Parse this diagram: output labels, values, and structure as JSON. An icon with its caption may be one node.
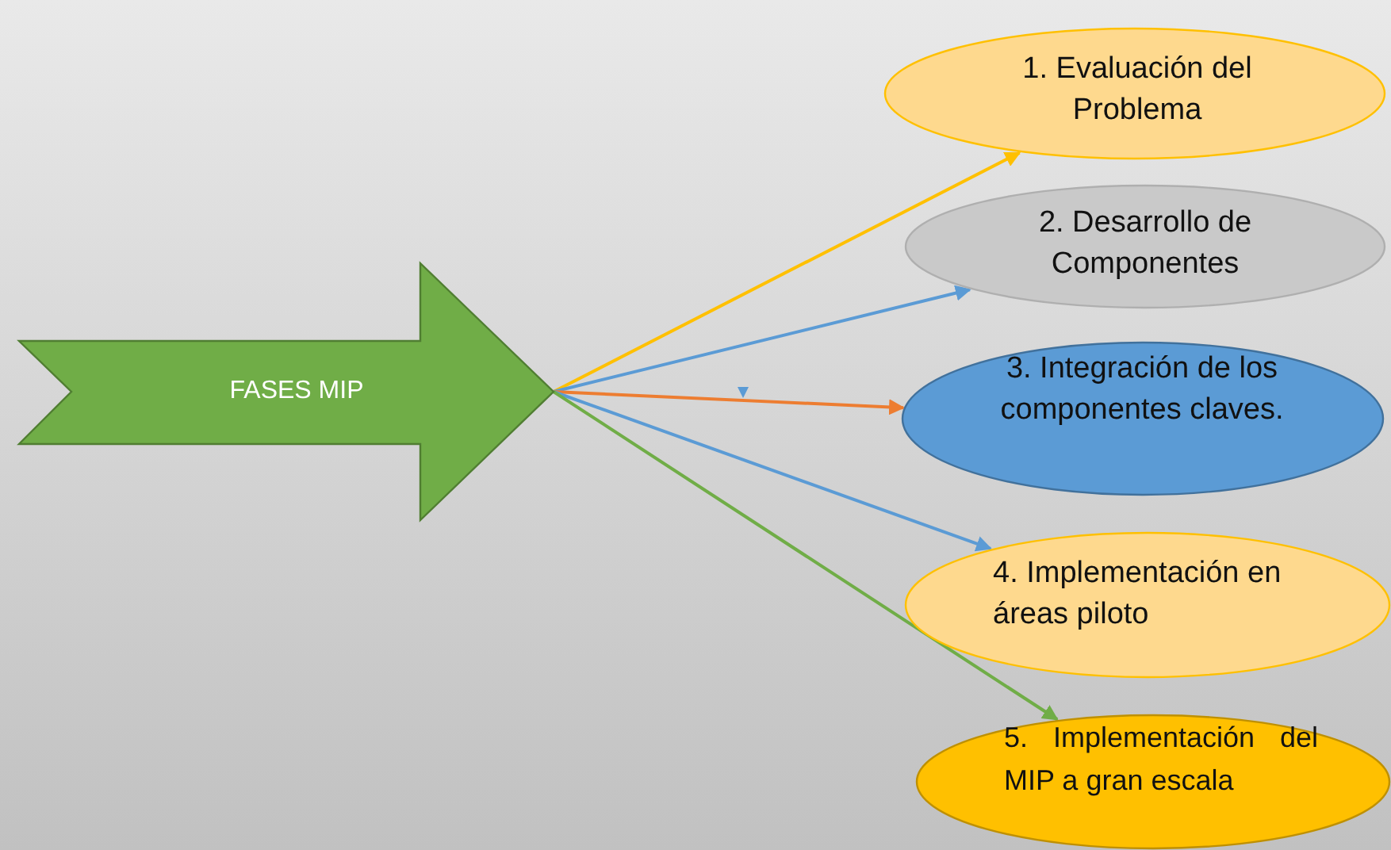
{
  "diagram": {
    "nodes": [
      {
        "text": [
          "FASES MIP"
        ]
      },
      {
        "text": [
          "1. Evaluación del Problema"
        ]
      },
      {
        "text": [
          "2. Desarrollo de Componentes"
        ]
      },
      {
        "text": [
          "3. Integración de los componentes claves."
        ]
      },
      {
        "text": [
          "4. Implementación en áreas piloto"
        ]
      },
      {
        "text": [
          "5. Implementación del MIP a gran escala"
        ]
      }
    ],
    "edges": [
      {
        "from": 0,
        "to": 1,
        "arrow": "to",
        "color": "#ffc000"
      },
      {
        "from": 0,
        "to": 2,
        "arrow": "to",
        "color": "#5b9bd5"
      },
      {
        "from": 0,
        "to": 3,
        "arrow": "to",
        "color": "#ed7d31"
      },
      {
        "from": 0,
        "to": 4,
        "arrow": "to",
        "color": "#5b9bd5"
      },
      {
        "from": 0,
        "to": 5,
        "arrow": "to",
        "color": "#70ad47"
      }
    ]
  }
}
